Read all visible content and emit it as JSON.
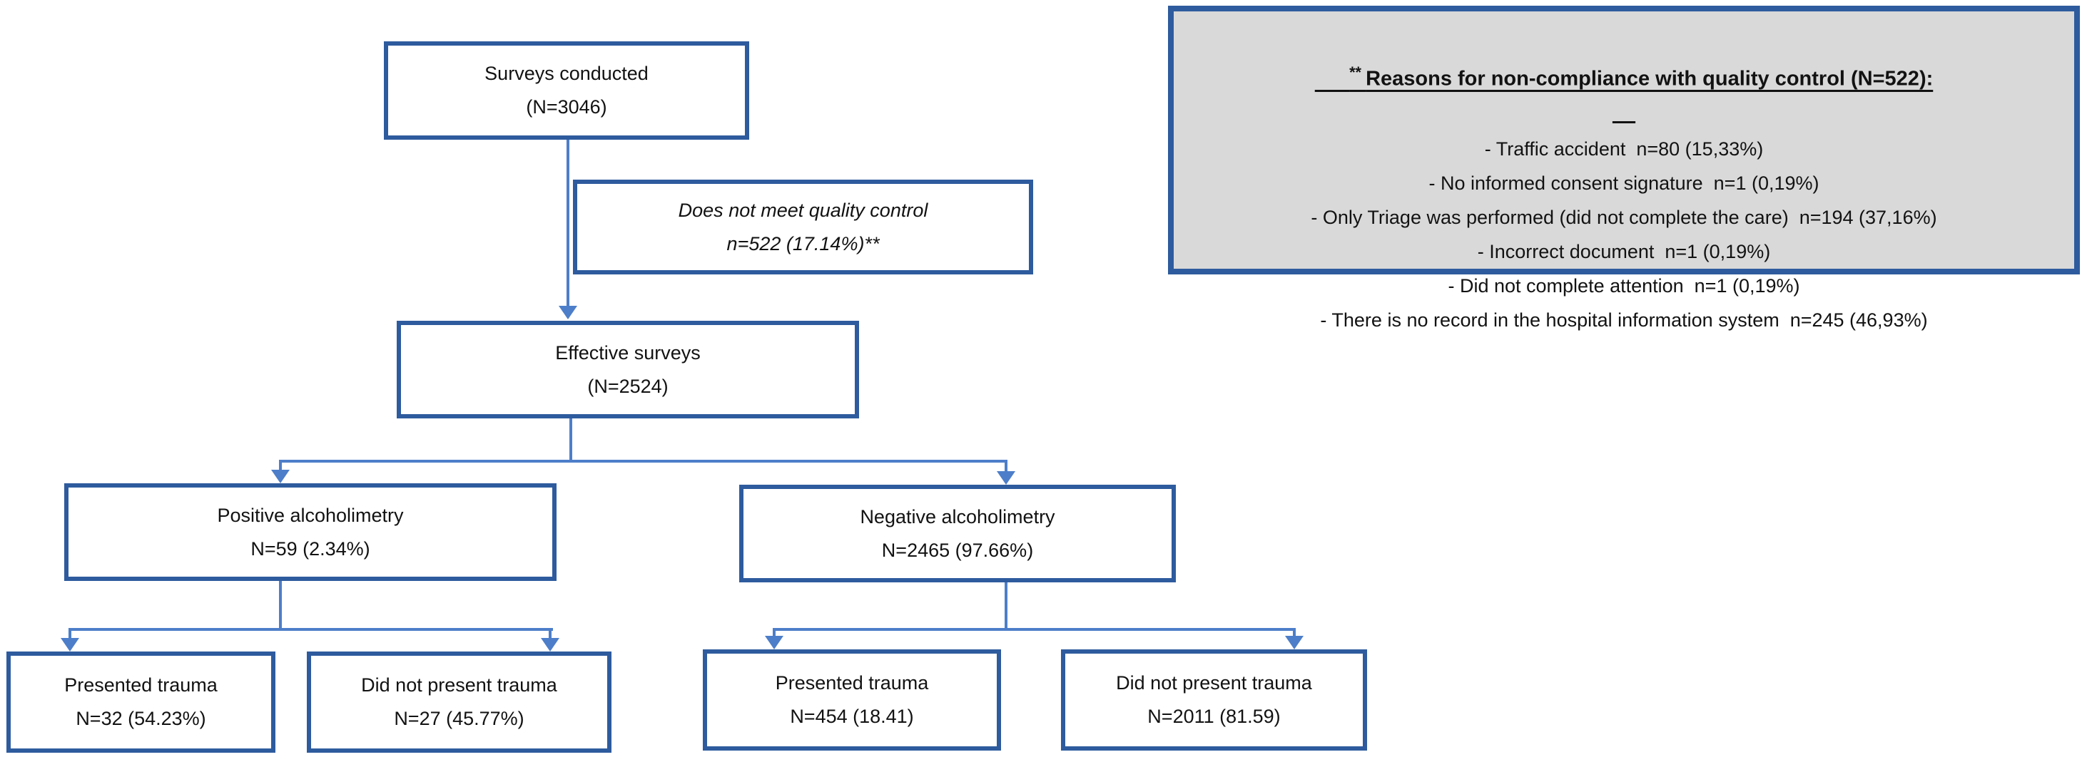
{
  "colors": {
    "box_border": "#2e5b9e",
    "connector": "#4d7ec9",
    "note_background": "#d9d9d9",
    "note_border": "#2e5b9e",
    "text": "#121212"
  },
  "nodes": {
    "surveys_conducted": {
      "line1": "Surveys conducted",
      "line2": "(N=3046)"
    },
    "quality_control": {
      "line1": "Does not meet quality control",
      "line2": "n=522 (17.14%)**"
    },
    "effective_surveys": {
      "line1": "Effective surveys",
      "line2": "(N=2524)"
    },
    "positive_alcoholimetry": {
      "line1": "Positive alcoholimetry",
      "line2": "N=59 (2.34%)"
    },
    "negative_alcoholimetry": {
      "line1": "Negative alcoholimetry",
      "line2": "N=2465 (97.66%)"
    },
    "positive_trauma": {
      "line1": "Presented trauma",
      "line2": "N=32 (54.23%)"
    },
    "positive_no_trauma": {
      "line1": "Did not present trauma",
      "line2": "N=27 (45.77%)"
    },
    "negative_trauma": {
      "line1": "Presented trauma",
      "line2": "N=454 (18.41)"
    },
    "negative_no_trauma": {
      "line1": "Did not present trauma",
      "line2": "N=2011 (81.59)"
    }
  },
  "note": {
    "title_prefix": "** ",
    "title": "Reasons for non-compliance with quality control (N=522):",
    "items": [
      "- Traffic accident  n=80 (15,33%)",
      "- No informed consent signature  n=1 (0,19%)",
      "- Only Triage was performed (did not complete the care)  n=194 (37,16%)",
      "- Incorrect document  n=1 (0,19%)",
      "- Did not complete attention  n=1 (0,19%)",
      "- There is no record in the hospital information system  n=245 (46,93%)"
    ]
  }
}
